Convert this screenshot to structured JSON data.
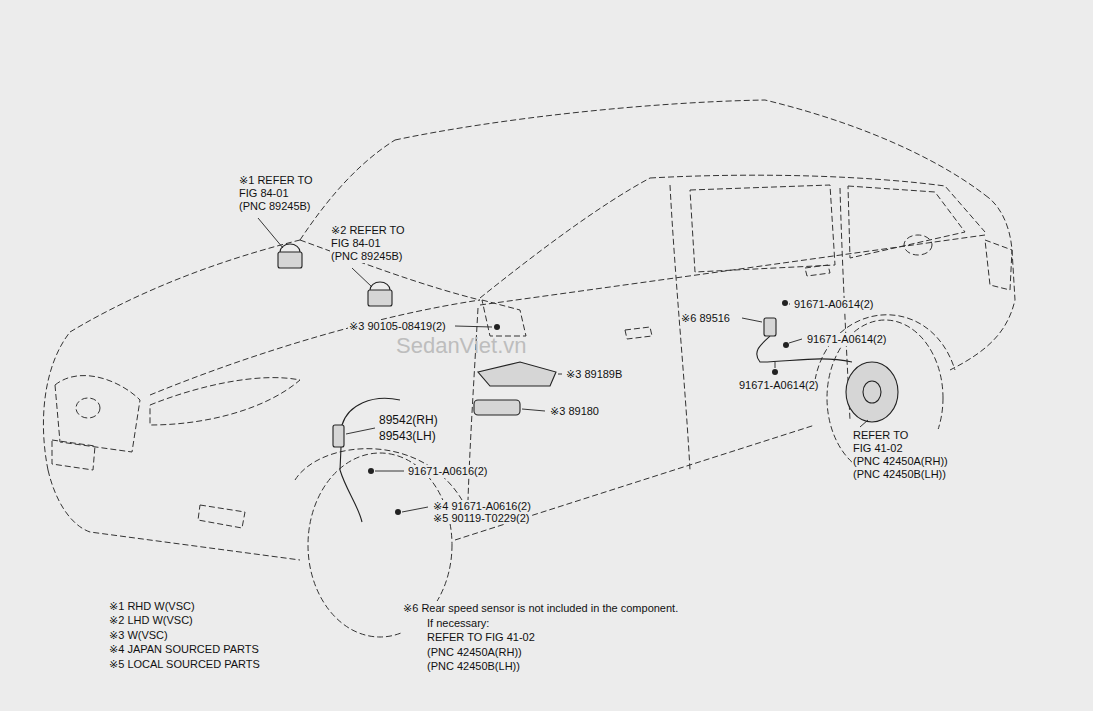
{
  "diagram": {
    "labels": [
      "※1 REFER TO FIG 84-01 (PNC 89245B)",
      "※2 REFER TO FIG 84-01 (PNC 89245B)",
      "※3 90105-08419(2)",
      "※6 89516",
      "91671-A0614(2)",
      "91671-A0614(2)",
      "※3 89189B",
      "※3 89180",
      "89542(RH)",
      "89543(LH)",
      "91671-A0616(2)",
      "91671-A0614(2)",
      "REFER TO FIG 41-02 (PNC 42450A(RH)) (PNC 42450B(LH))",
      "※4 91671-A0616(2)",
      "※5 90119-T0229(2)",
      "※1 RHD W(VSC)",
      "※2 LHD W(VSC)",
      "※3 W(VSC)",
      "※4 JAPAN SOURCED PARTS",
      "※5 LOCAL SOURCED PARTS",
      "※6 Rear speed sensor is not included in the component. If necessary: REFER TO FIG 41-02 (PNC 42450A(RH)) (PNC 42450B(LH))",
      "SedanViet.vn"
    ]
  }
}
